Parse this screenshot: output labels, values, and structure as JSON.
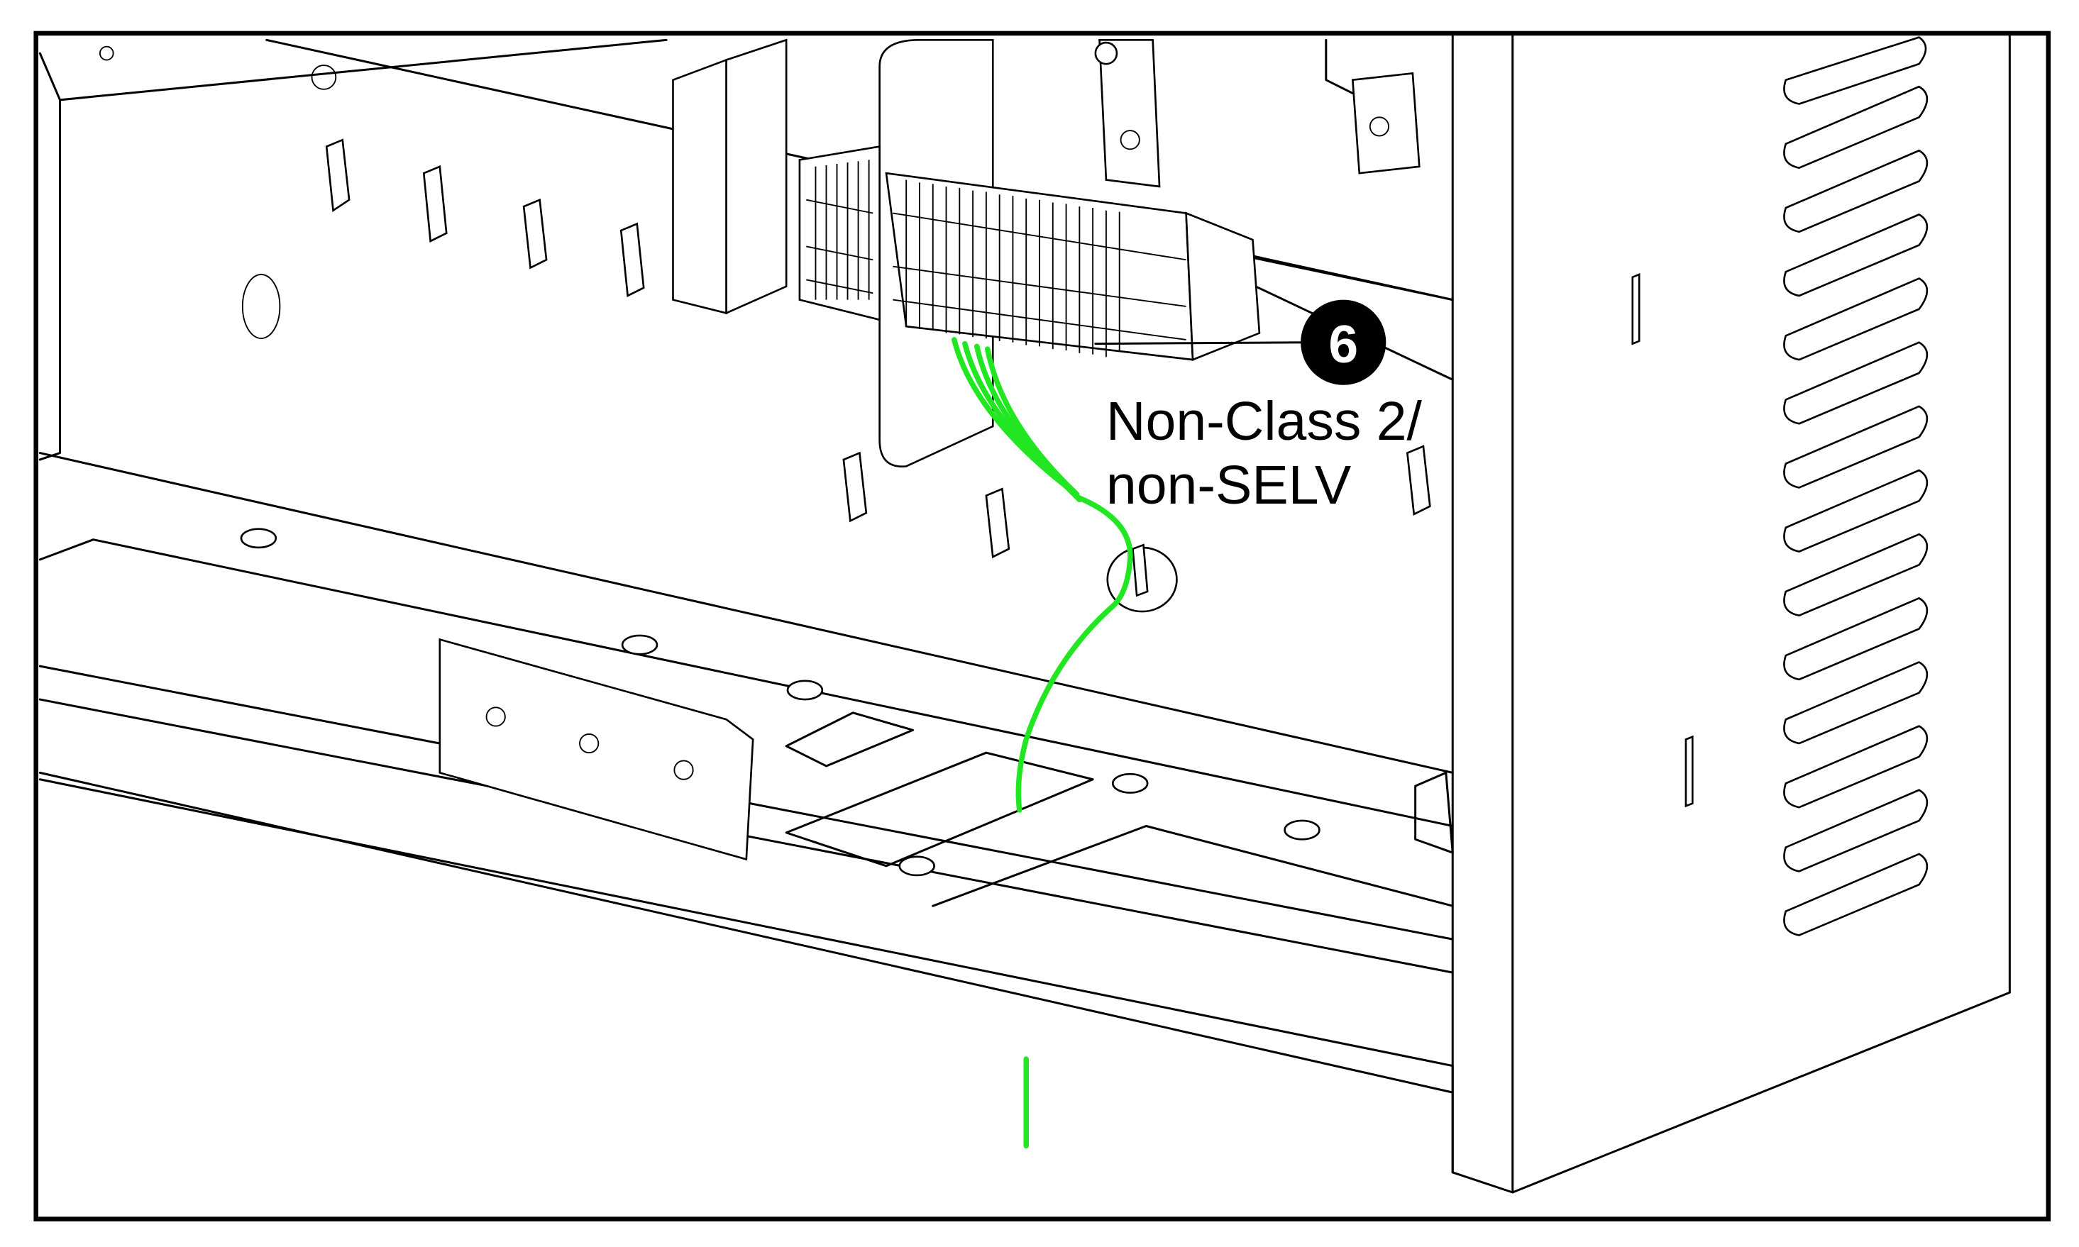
{
  "callout": {
    "number": "6"
  },
  "label": {
    "line1": "Non-Class 2/",
    "line2": "non-SELV"
  },
  "colors": {
    "wire": "#22e622",
    "callout_fill": "#000000"
  }
}
